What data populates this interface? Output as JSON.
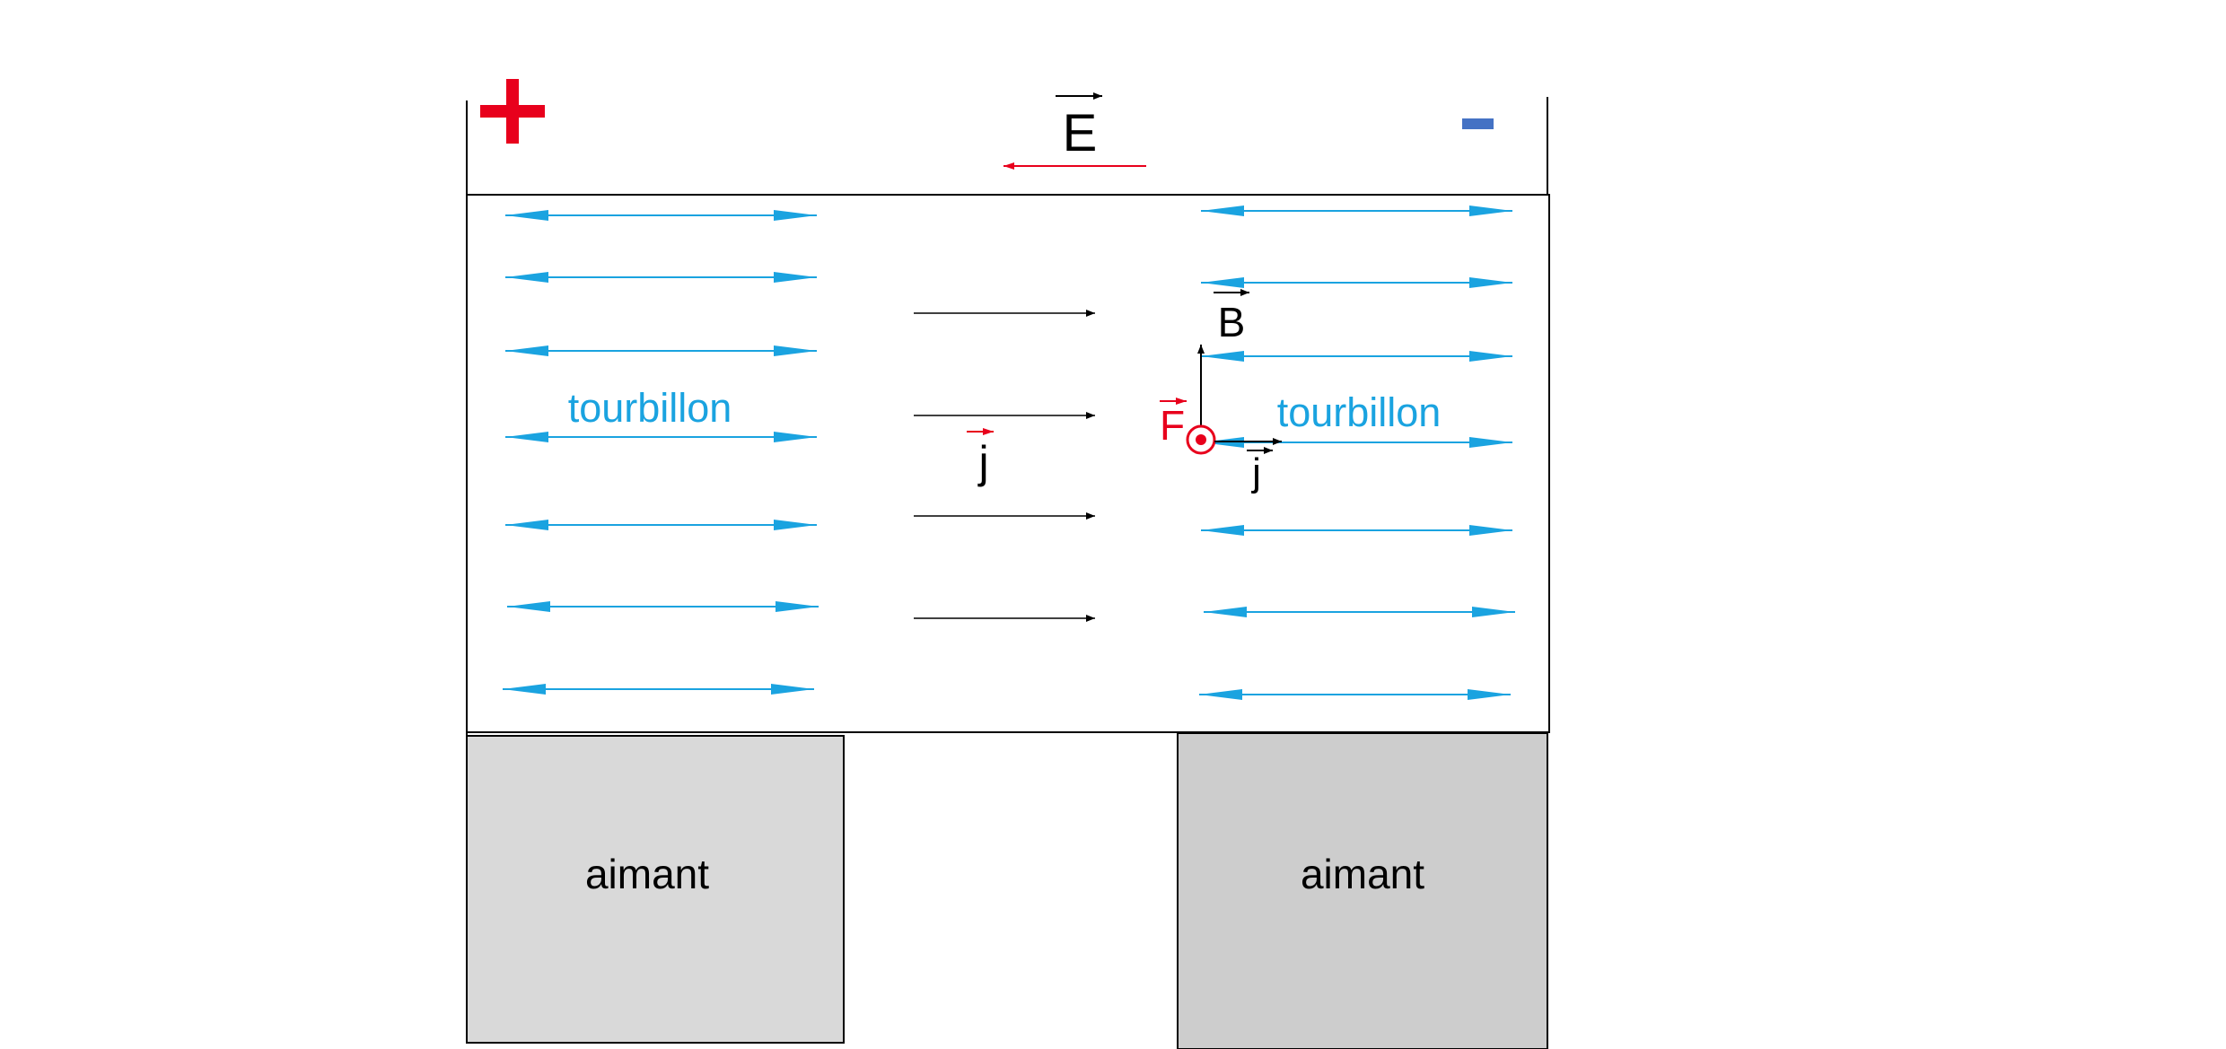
{
  "labels": {
    "plus": "+",
    "minus": "-",
    "E": "E",
    "B": "B",
    "F": "F",
    "j_center": "j",
    "j_right": "j",
    "tourbillon_left": "tourbillon",
    "tourbillon_right": "tourbillon",
    "aimant_left": "aimant",
    "aimant_right": "aimant"
  },
  "colors": {
    "flow": "#1AA3E0",
    "field": "#E8001C",
    "minus": "#4472C4",
    "magnet_left": "#D9D9D9",
    "magnet_right": "#CDCDCD",
    "line": "#000000"
  },
  "icons": {
    "vortex_arrows": "double-headed-arrow",
    "current_arrows": "right-arrow",
    "force_symbol": "circled-dot"
  }
}
